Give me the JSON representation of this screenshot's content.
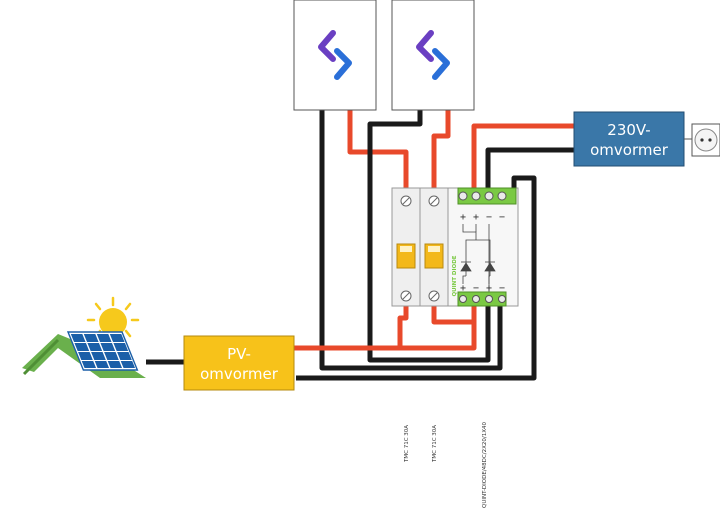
{
  "colors": {
    "wire_positive": "#e8492b",
    "wire_negative": "#1a1a1a",
    "pv_inverter": "#f7c21a",
    "ac_inverter": "#3a77a8",
    "terminal_green": "#7ac943",
    "breaker_handle": "#f3b81a",
    "house_roof": "#6ab04c",
    "solar_panel": "#1b5fa8",
    "sun": "#f6c91c",
    "logo_purple": "#6a3fc2",
    "logo_blue": "#2a6fd8"
  },
  "pv_inverter": {
    "line1": "PV-",
    "line2": "omvormer"
  },
  "ac_inverter": {
    "line1": "230V-",
    "line2": "omvormer"
  },
  "breaker_1": {
    "label": "TMC 71C 30A"
  },
  "breaker_2": {
    "label": "TMC 71C 30A"
  },
  "diode_module": {
    "label": "QUINT DIODE",
    "part_label": "QUINT-DIODE/48DC/2X20/1X40",
    "top_terminals": [
      "+",
      "+",
      "−",
      "−"
    ],
    "bottom_terminals": [
      "+",
      "−",
      "+",
      "−"
    ]
  },
  "icons": {
    "battery_logo": "battery-brand-logo-icon",
    "socket": "power-socket-icon",
    "solar_house": "solar-house-icon",
    "sun": "sun-icon"
  }
}
